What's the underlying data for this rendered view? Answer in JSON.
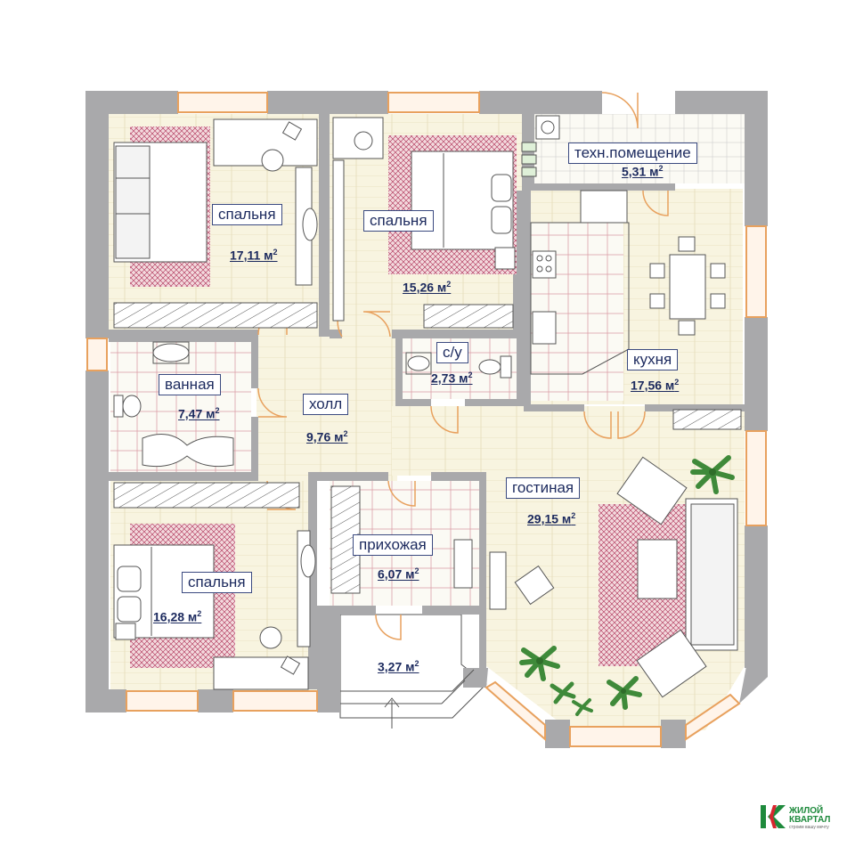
{
  "rooms": {
    "bedroom_1": {
      "name": "спальня",
      "area": "17,11 м",
      "unit_sup": "2"
    },
    "bedroom_2": {
      "name": "спальня",
      "area": "15,26 м",
      "unit_sup": "2"
    },
    "tech_room": {
      "name": "техн.помещение",
      "area": "5,31 м",
      "unit_sup": "2"
    },
    "kitchen": {
      "name": "кухня",
      "area": "17,56 м",
      "unit_sup": "2"
    },
    "wc": {
      "name": "с/у",
      "area": "2,73 м",
      "unit_sup": "2"
    },
    "bathroom": {
      "name": "ванная",
      "area": "7,47 м",
      "unit_sup": "2"
    },
    "hall": {
      "name": "холл",
      "area": "9,76 м",
      "unit_sup": "2"
    },
    "living_room": {
      "name": "гостиная",
      "area": "29,15 м",
      "unit_sup": "2"
    },
    "entrance_hall": {
      "name": "прихожая",
      "area": "6,07 м",
      "unit_sup": "2"
    },
    "bedroom_3": {
      "name": "спальня",
      "area": "16,28 м",
      "unit_sup": "2"
    },
    "porch": {
      "area": "3,27 м",
      "unit_sup": "2"
    }
  },
  "logo": {
    "name_line1": "ЖИЛОЙ",
    "name_line2": "КВАРТАЛ",
    "slogan": "строим вашу мечту"
  },
  "colors": {
    "wall": "#a9a9ab",
    "floor": "#f7f3df",
    "window": "#e8a15e",
    "label_text": "#1c2a5e",
    "rug": "#b0355a",
    "plant": "#3f8a3a",
    "brand": "#1e8a3c"
  }
}
